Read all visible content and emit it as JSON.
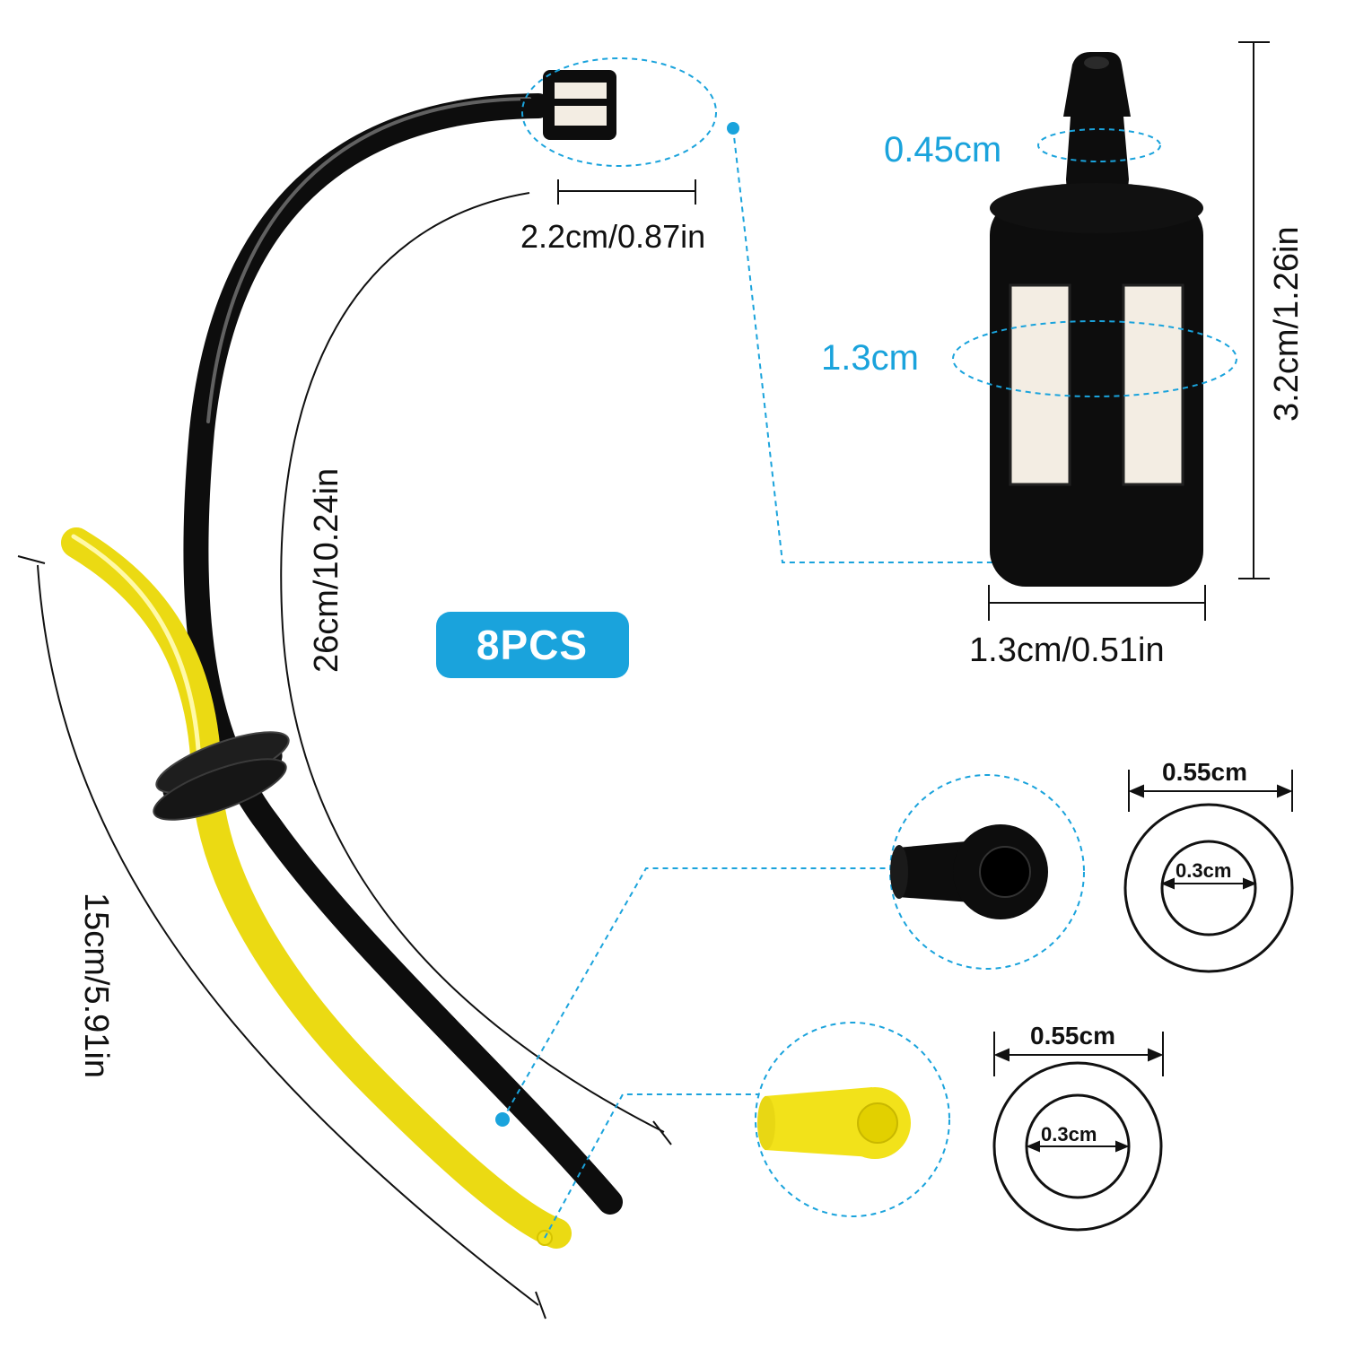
{
  "colors": {
    "accent": "#1aa3dc",
    "tube_black": "#0d0d0d",
    "tube_yellow": "#f2e21a",
    "filter_felt": "#f3ede3"
  },
  "badge": {
    "label": "8PCS"
  },
  "filter": {
    "length_label": "2.2cm/0.87in",
    "outlet_diameter_label": "0.45cm",
    "body_diameter_label": "1.3cm",
    "height_label": "3.2cm/1.26in",
    "width_label": "1.3cm/0.51in"
  },
  "black_line": {
    "length_label": "26cm/10.24in",
    "outer_diameter_label": "0.55cm",
    "inner_diameter_label": "0.3cm"
  },
  "yellow_line": {
    "length_label": "15cm/5.91in",
    "outer_diameter_label": "0.55cm",
    "inner_diameter_label": "0.3cm"
  }
}
